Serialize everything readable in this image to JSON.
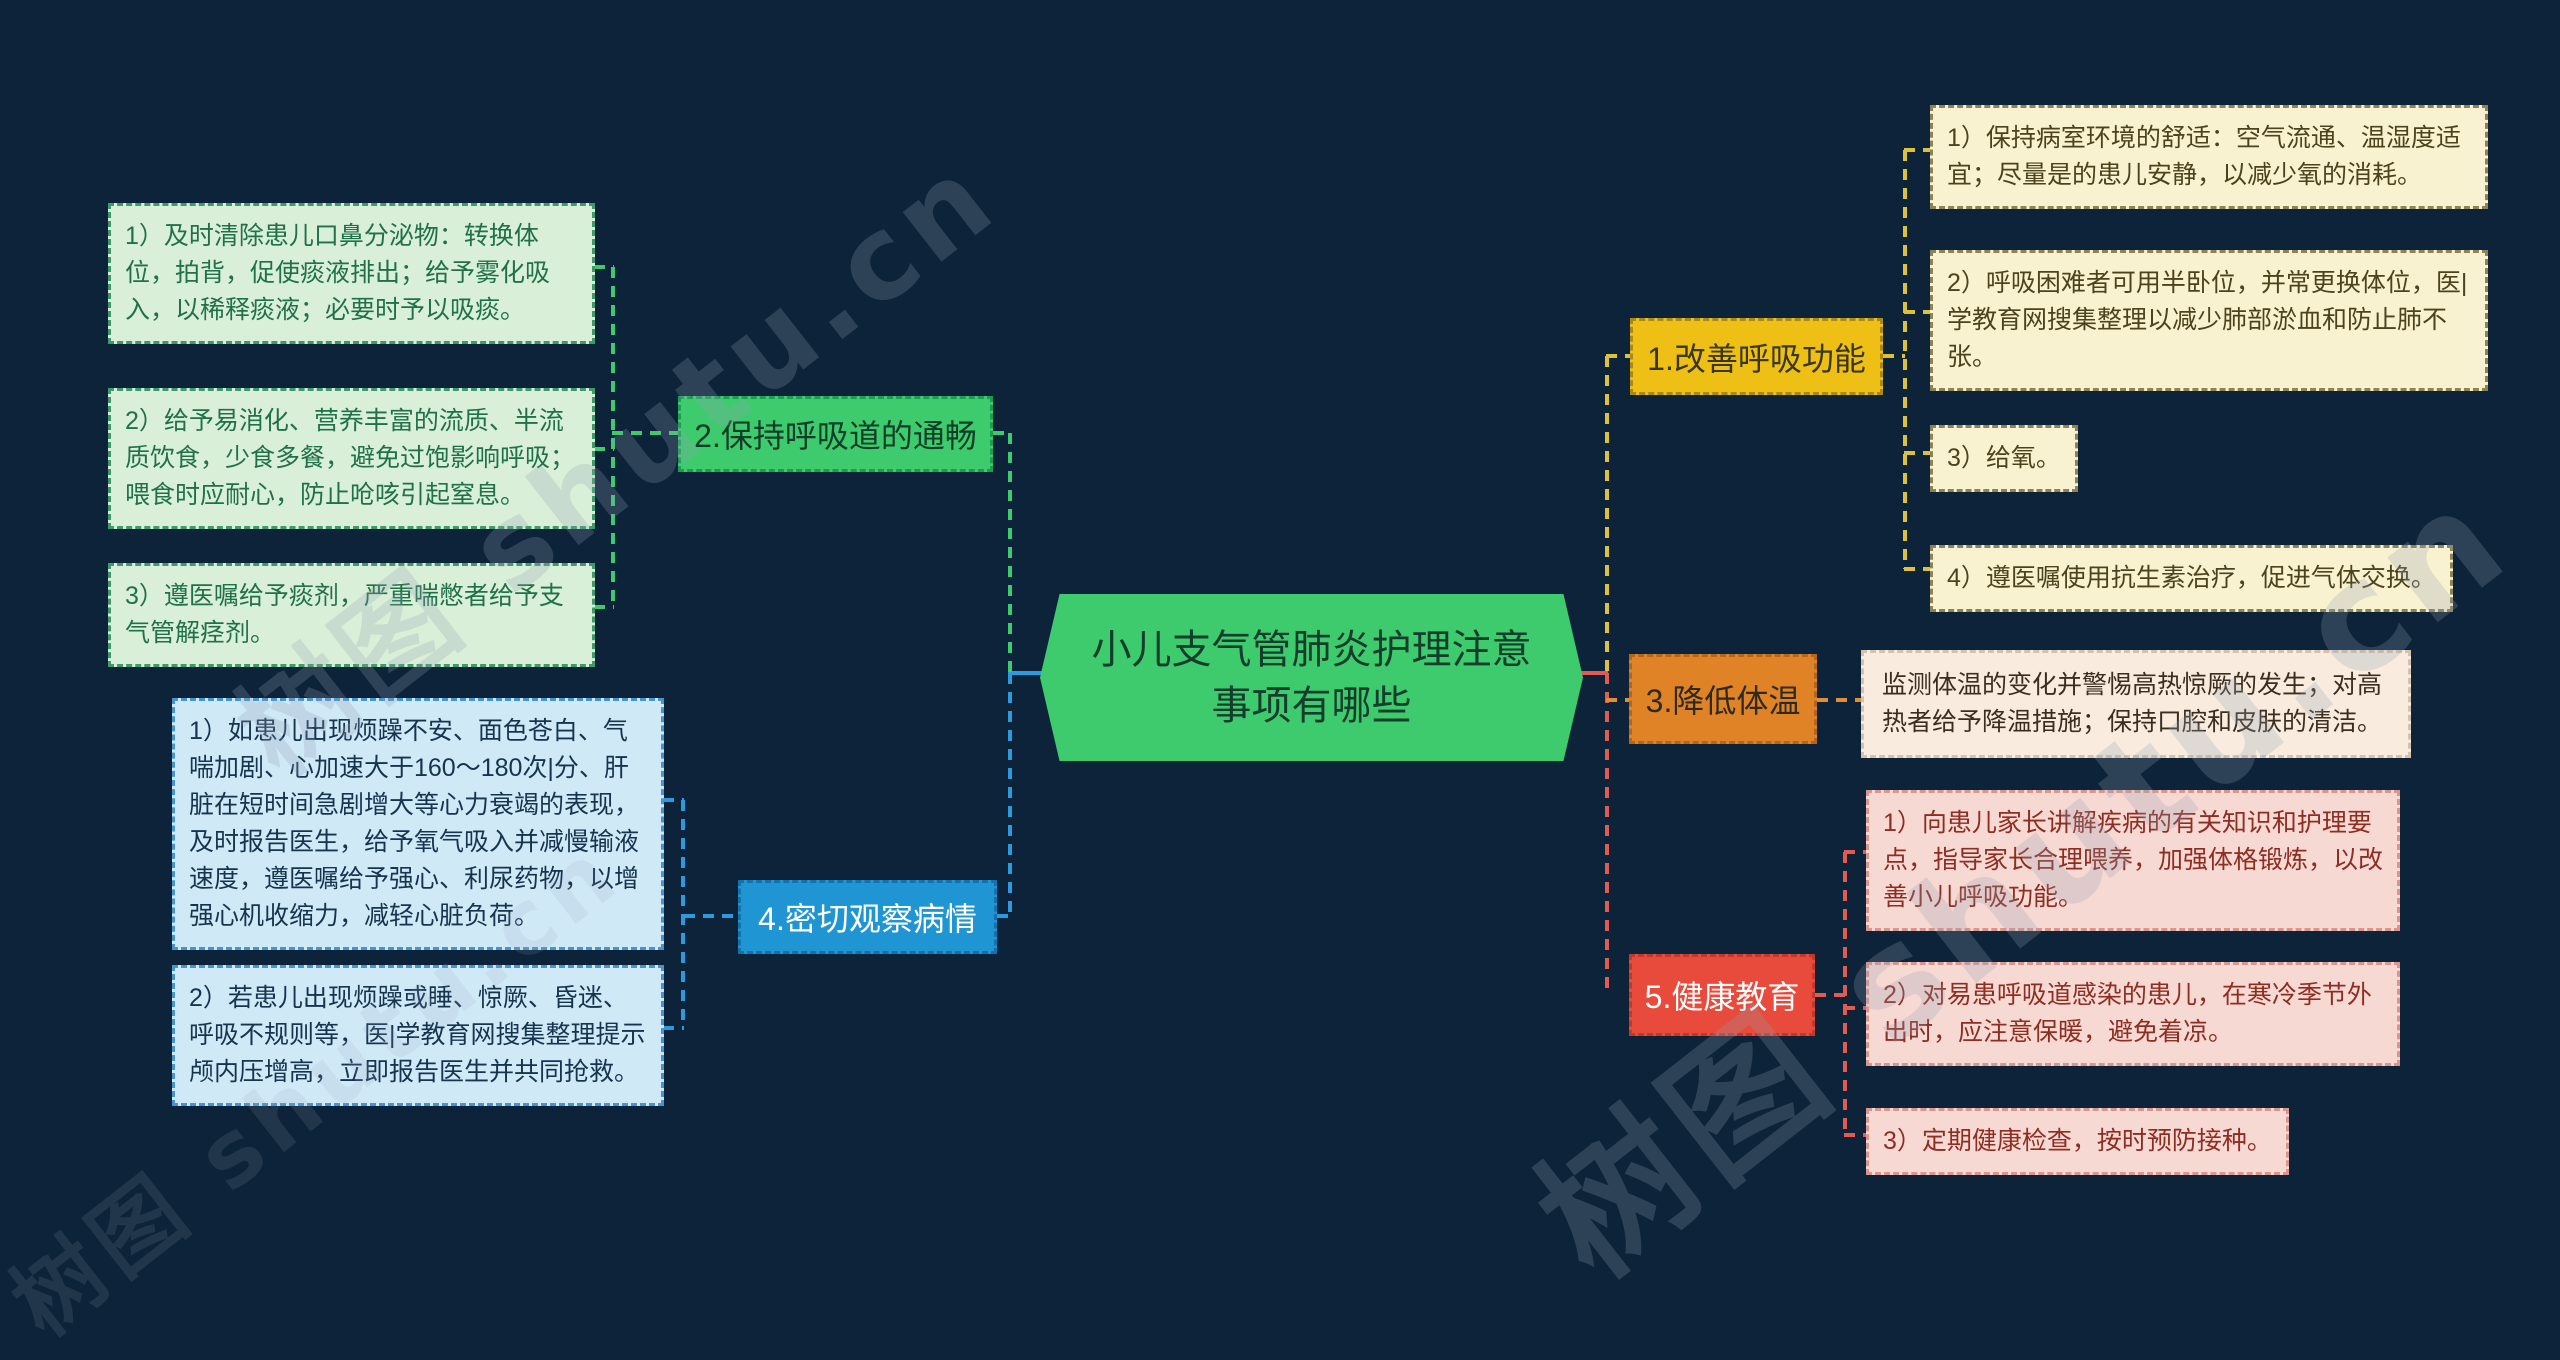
{
  "topic": {
    "label": "小儿支气管肺炎护理注意事项有哪些",
    "color": "#3ecb6e"
  },
  "watermark": "树图 shutu.cn",
  "colors": {
    "background": "#0d2339",
    "branch1_yellow": "#eec015",
    "branch2_green": "#3ecb6e",
    "branch3_orange": "#df8326",
    "branch4_blue": "#2095d3",
    "branch5_red": "#e84a3b"
  },
  "branches": [
    {
      "label": "1.改善呼吸功能",
      "color": "#eec015",
      "items": [
        "1）保持病室环境的舒适：空气流通、温湿度适宜；尽量是的患儿安静，以减少氧的消耗。",
        "2）呼吸困难者可用半卧位，并常更换体位，医|学教育网搜集整理以减少肺部淤血和防止肺不张。",
        "3）给氧。",
        "4）遵医嘱使用抗生素治疗，促进气体交换。"
      ]
    },
    {
      "label": "2.保持呼吸道的通畅",
      "color": "#3ecb6e",
      "items": [
        "1）及时清除患儿口鼻分泌物：转换体位，拍背，促使痰液排出；给予雾化吸入，以稀释痰液；必要时予以吸痰。",
        "2）给予易消化、营养丰富的流质、半流质饮食，少食多餐，避免过饱影响呼吸；喂食时应耐心，防止呛咳引起窒息。",
        "3）遵医嘱给予痰剂，严重喘憋者给予支气管解痉剂。"
      ]
    },
    {
      "label": "3.降低体温",
      "color": "#df8326",
      "items": [
        "监测体温的变化并警惕高热惊厥的发生；对高热者给予降温措施；保持口腔和皮肤的清洁。"
      ]
    },
    {
      "label": "4.密切观察病情",
      "color": "#2095d3",
      "items": [
        "1）如患儿出现烦躁不安、面色苍白、气喘加剧、心加速大于160～180次|分、肝脏在短时间急剧增大等心力衰竭的表现，及时报告医生，给予氧气吸入并减慢输液速度，遵医嘱给予强心、利尿药物，以增强心机收缩力，减轻心脏负荷。",
        "2）若患儿出现烦躁或睡、惊厥、昏迷、呼吸不规则等，医|学教育网搜集整理提示颅内压增高，立即报告医生并共同抢救。"
      ]
    },
    {
      "label": "5.健康教育",
      "color": "#e84a3b",
      "items": [
        "1）向患儿家长讲解疾病的有关知识和护理要点，指导家长合理喂养，加强体格锻炼，以改善小儿呼吸功能。",
        "2）对易患呼吸道感染的患儿，在寒冷季节外出时，应注意保暖，避免着凉。",
        "3）定期健康检查，按时预防接种。"
      ]
    }
  ]
}
